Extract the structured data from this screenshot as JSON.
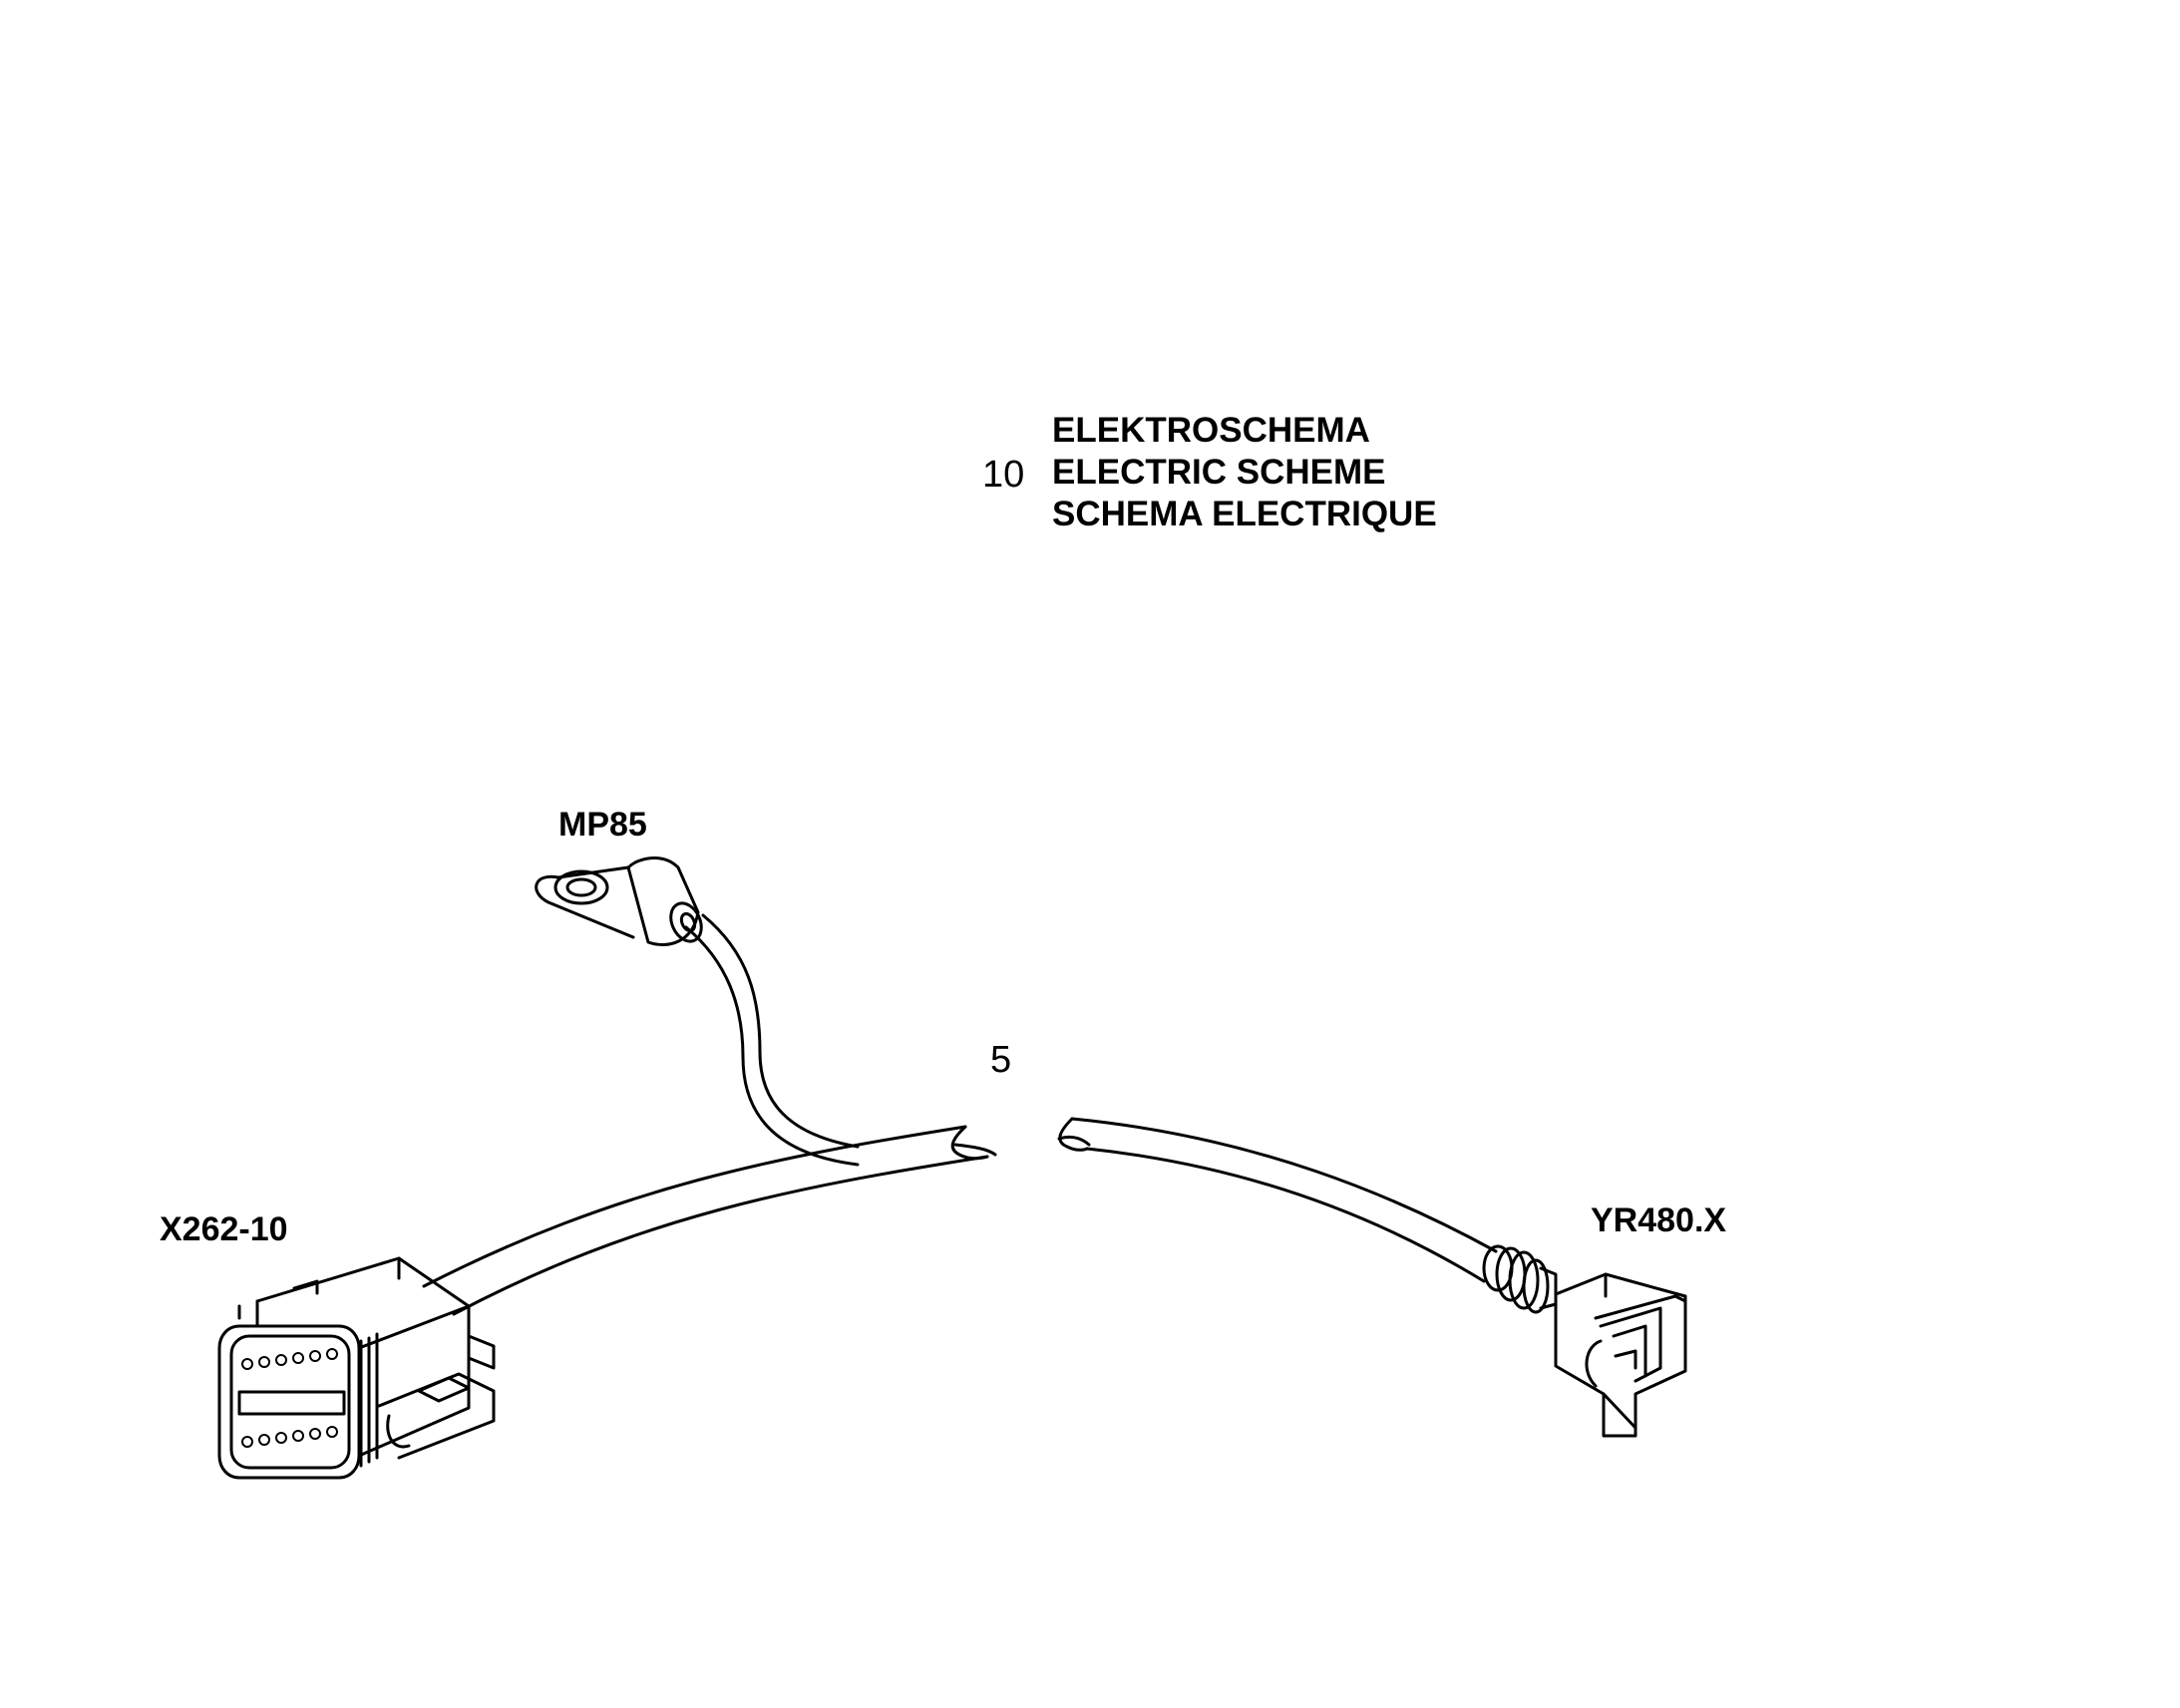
{
  "title_block": {
    "ref": "10",
    "lines": [
      "ELEKTROSCHEMA",
      "ELECTRIC SCHEME",
      "SCHEMA ELECTRIQUE"
    ]
  },
  "callouts": {
    "harness_ref": "5",
    "ground_terminal": "MP85",
    "connector_left": "X262-10",
    "connector_right": "YR480.X"
  }
}
